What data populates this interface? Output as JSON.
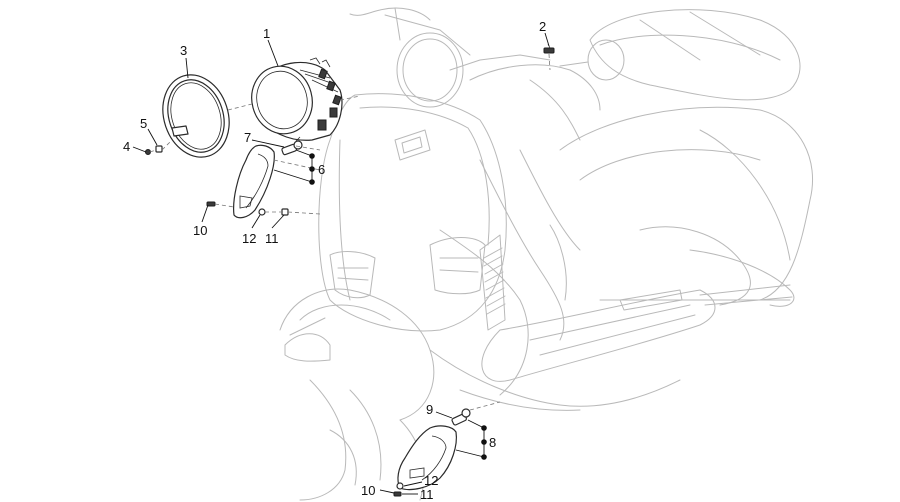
{
  "callouts": [
    {
      "id": "c1",
      "label": "1"
    },
    {
      "id": "c2",
      "label": "2"
    },
    {
      "id": "c3",
      "label": "3"
    },
    {
      "id": "c4",
      "label": "4"
    },
    {
      "id": "c5",
      "label": "5"
    },
    {
      "id": "c6",
      "label": "6"
    },
    {
      "id": "c7",
      "label": "7"
    },
    {
      "id": "c8",
      "label": "8"
    },
    {
      "id": "c9",
      "label": "9"
    },
    {
      "id": "c10a",
      "label": "10"
    },
    {
      "id": "c11a",
      "label": "11"
    },
    {
      "id": "c12a",
      "label": "12"
    },
    {
      "id": "c10b",
      "label": "10"
    },
    {
      "id": "c11b",
      "label": "11"
    },
    {
      "id": "c12b",
      "label": "12"
    }
  ]
}
